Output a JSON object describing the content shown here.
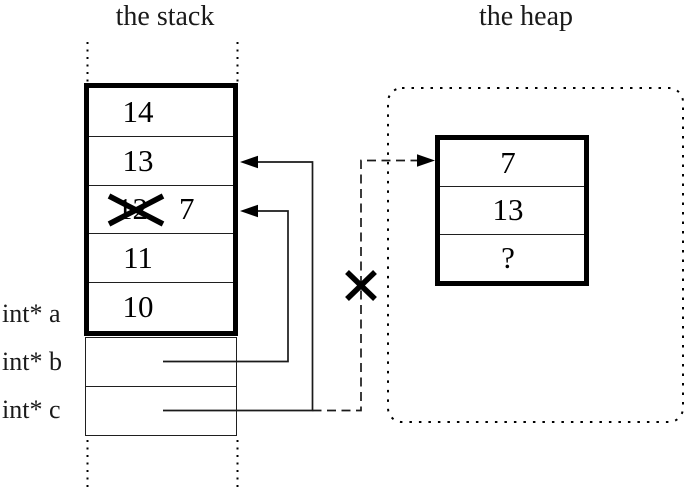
{
  "diagram": {
    "kind": "stack-heap pointer memory diagram",
    "background_color": "#ffffff",
    "ink_color": "#000000"
  },
  "stack": {
    "title": "the stack",
    "cells": [
      {
        "value": "14"
      },
      {
        "value": "13"
      },
      {
        "old_value": "12",
        "new_value": "7",
        "crossed_out": true
      },
      {
        "value": "11"
      },
      {
        "value": "10"
      }
    ],
    "labels": [
      "int* a",
      "int* b",
      "int* c"
    ]
  },
  "heap": {
    "title": "the heap",
    "cells": [
      {
        "value": "7"
      },
      {
        "value": "13"
      },
      {
        "value": "?"
      }
    ]
  },
  "pointers": [
    {
      "from": "int* b",
      "to": "stack cell with 7 (overwritten 12)",
      "style": "solid"
    },
    {
      "from": "int* c",
      "to": "stack cell with 13",
      "style": "solid"
    },
    {
      "from": "int* c",
      "to": "heap cell with 7",
      "style": "dashed",
      "crossed_out": true
    }
  ],
  "icons": {
    "cross_out": "X",
    "arrowhead": "solid triangle"
  }
}
